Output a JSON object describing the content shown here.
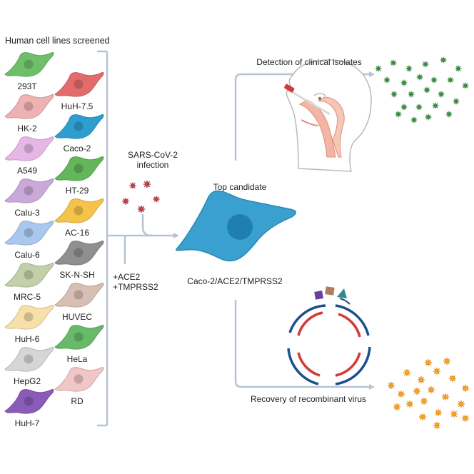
{
  "title": "Human cell lines screened",
  "cell_lines_left": [
    {
      "name": "293T",
      "color": "#6fbf6a"
    },
    {
      "name": "HK-2",
      "color": "#efb2b2"
    },
    {
      "name": "A549",
      "color": "#e6b7e6"
    },
    {
      "name": "Calu-3",
      "color": "#c9a9d9"
    },
    {
      "name": "Calu-6",
      "color": "#aac8ee"
    },
    {
      "name": "MRC-5",
      "color": "#c2cfa8"
    },
    {
      "name": "HuH-6",
      "color": "#f6dfa9"
    },
    {
      "name": "HepG2",
      "color": "#d6d6d6"
    },
    {
      "name": "HuH-7",
      "color": "#8a5bb8"
    }
  ],
  "cell_lines_right": [
    {
      "name": "HuH-7.5",
      "color": "#e36b6b"
    },
    {
      "name": "Caco-2",
      "color": "#2e9ecf"
    },
    {
      "name": "HT-29",
      "color": "#63b65a"
    },
    {
      "name": "AC-16",
      "color": "#f6c34a"
    },
    {
      "name": "SK-N-SH",
      "color": "#8f8f8f"
    },
    {
      "name": "HUVEC",
      "color": "#d8bfb4"
    },
    {
      "name": "HeLa",
      "color": "#69b96a"
    },
    {
      "name": "RD",
      "color": "#f0c6c6"
    }
  ],
  "infection_label": "SARS-CoV-2\ninfection",
  "modification_label": "+ACE2\n+TMPRSS2",
  "top_candidate_label": "Top candidate",
  "candidate_name": "Caco-2/ACE2/TMPRSS2",
  "detection_label": "Detection of clinical isolates",
  "recovery_label": "Recovery of recombinant virus",
  "colors": {
    "bracket": "#b7c3d3",
    "arrow": "#b7c3d3",
    "candidate_cell": "#3aa0cf",
    "candidate_nucleus": "#1f7fb0",
    "virus_red": "#b8434a",
    "virus_green": "#3f8a43",
    "virus_orange": "#f2a52b",
    "plasmid_blue": "#1c4f8c",
    "plasmid_red": "#d13a3a"
  }
}
